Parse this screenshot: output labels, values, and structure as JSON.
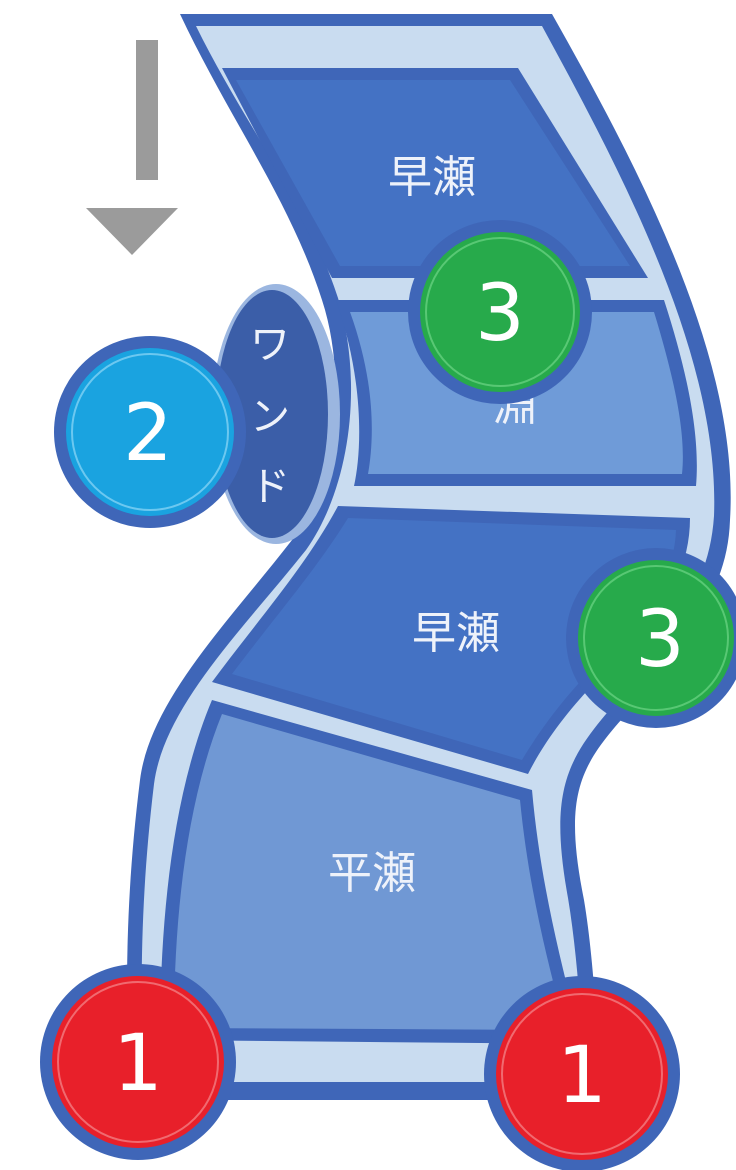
{
  "diagram": {
    "zones": [
      {
        "id": "upper-riffle",
        "label": "早瀬",
        "kind": "riffle"
      },
      {
        "id": "pool",
        "label": "淵",
        "kind": "pool"
      },
      {
        "id": "middle-riffle",
        "label": "早瀬",
        "kind": "riffle"
      },
      {
        "id": "run",
        "label": "平瀬",
        "kind": "run"
      }
    ],
    "wand": {
      "label": "ワンド",
      "chars": [
        "ワ",
        "ン",
        "ド"
      ]
    },
    "markers": [
      {
        "id": "marker-1-left",
        "number": "1",
        "color": "#e8202a"
      },
      {
        "id": "marker-1-right",
        "number": "1",
        "color": "#e8202a"
      },
      {
        "id": "marker-2",
        "number": "2",
        "color": "#1aa3e0"
      },
      {
        "id": "marker-3-upper",
        "number": "3",
        "color": "#27aa4b"
      },
      {
        "id": "marker-3-right",
        "number": "3",
        "color": "#27aa4b"
      }
    ],
    "flow_arrow": {
      "direction": "down",
      "color": "#9b9b9b"
    },
    "colors": {
      "river_outline": "#3f66b8",
      "river_bank": "#c9dcf0",
      "riffle_fill": "#4472c4",
      "pool_fill": "#6f9bd8",
      "run_fill": "#7098d4",
      "wand_fill": "#3b5ea8"
    }
  }
}
